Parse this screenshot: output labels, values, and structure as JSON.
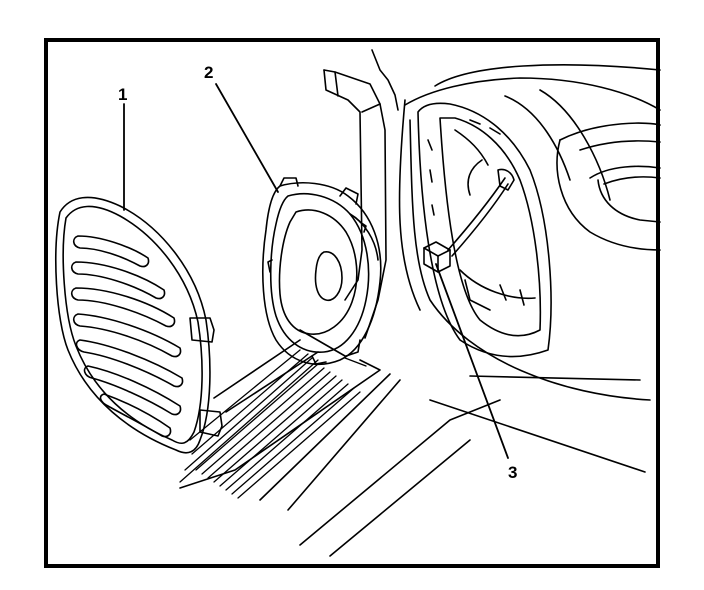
{
  "figure": {
    "callouts": [
      {
        "id": "1",
        "label": "1"
      },
      {
        "id": "2",
        "label": "2"
      },
      {
        "id": "3",
        "label": "3"
      }
    ],
    "colors": {
      "ink": "#000000",
      "paper": "#ffffff"
    }
  }
}
